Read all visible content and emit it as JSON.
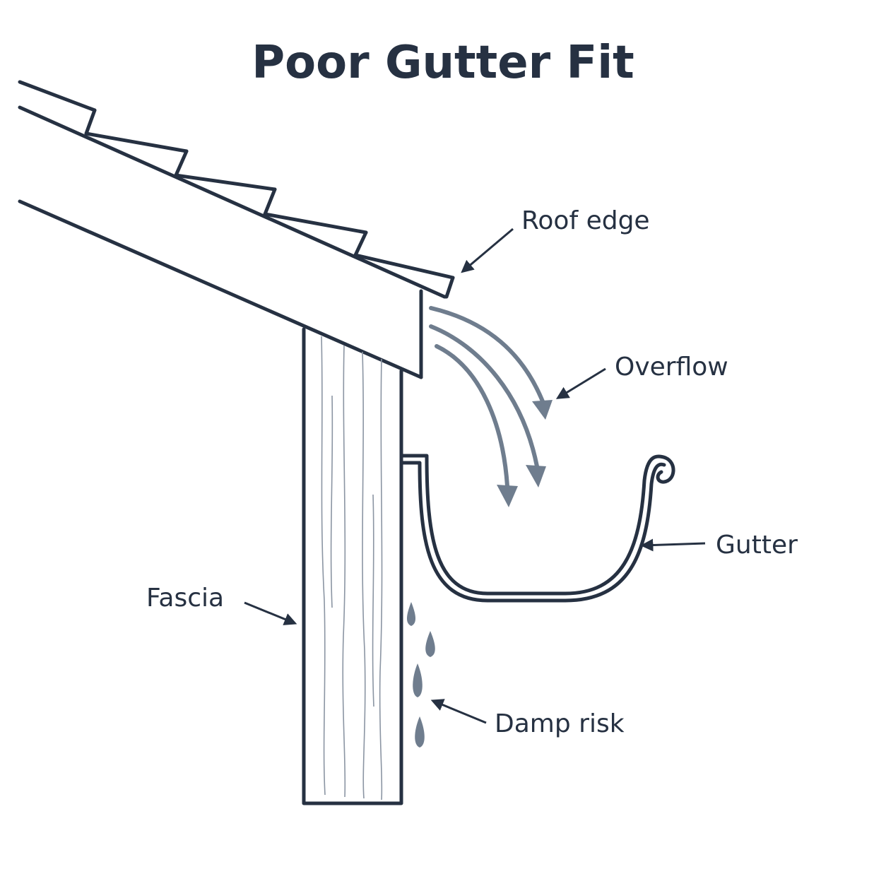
{
  "title": "Poor Gutter Fit",
  "labels": {
    "roof_edge": "Roof edge",
    "overflow": "Overflow",
    "gutter": "Gutter",
    "fascia": "Fascia",
    "damp_risk": "Damp risk"
  },
  "colors": {
    "ink": "#263142",
    "water": "#6f7d8e",
    "background": "#ffffff"
  }
}
